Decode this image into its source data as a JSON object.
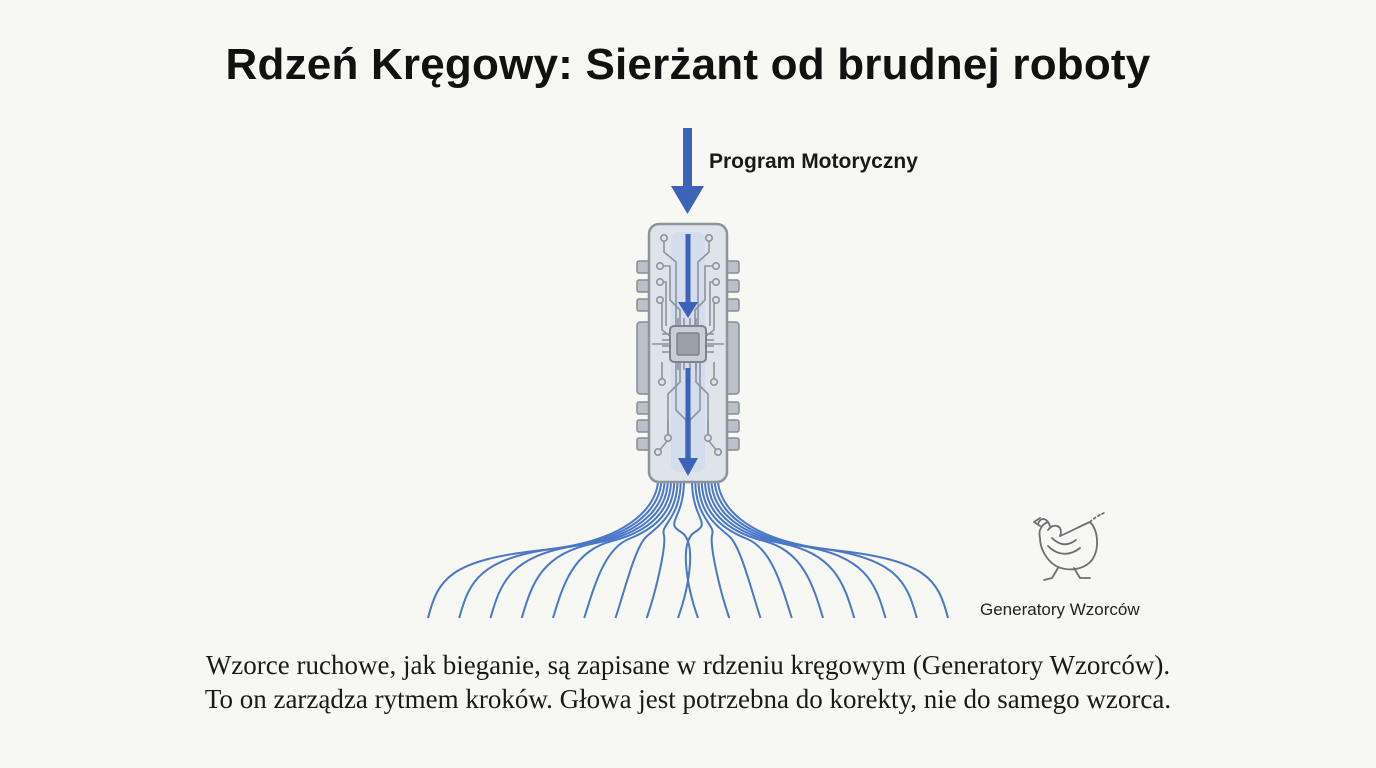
{
  "title": "Rdzeń Kręgowy: Sierżant od brudnej roboty",
  "arrow_label": "Program Motoryczny",
  "generator_label": "Generatory Wzorców",
  "caption": {
    "line1": "Wzorce ruchowe, jak bieganie, są zapisane w rdzeniu kręgowym (Generatory Wzorców).",
    "line2": "To on zarządza rytmem kroków. Głowa jest potrzebna do korekty, nie do samego wzorca."
  },
  "icons": {
    "arrow": "down-arrow-icon",
    "spinal_cord": "circuit-spine-icon",
    "chip": "chip-icon",
    "nerves": "nerve-fibers-icon",
    "chicken": "chicken-icon"
  },
  "colors": {
    "accent_blue": "#3d63b8",
    "nerve_blue": "#4a78c8",
    "chip_gray": "#8e949c",
    "board_fill": "#dfe3ea"
  }
}
